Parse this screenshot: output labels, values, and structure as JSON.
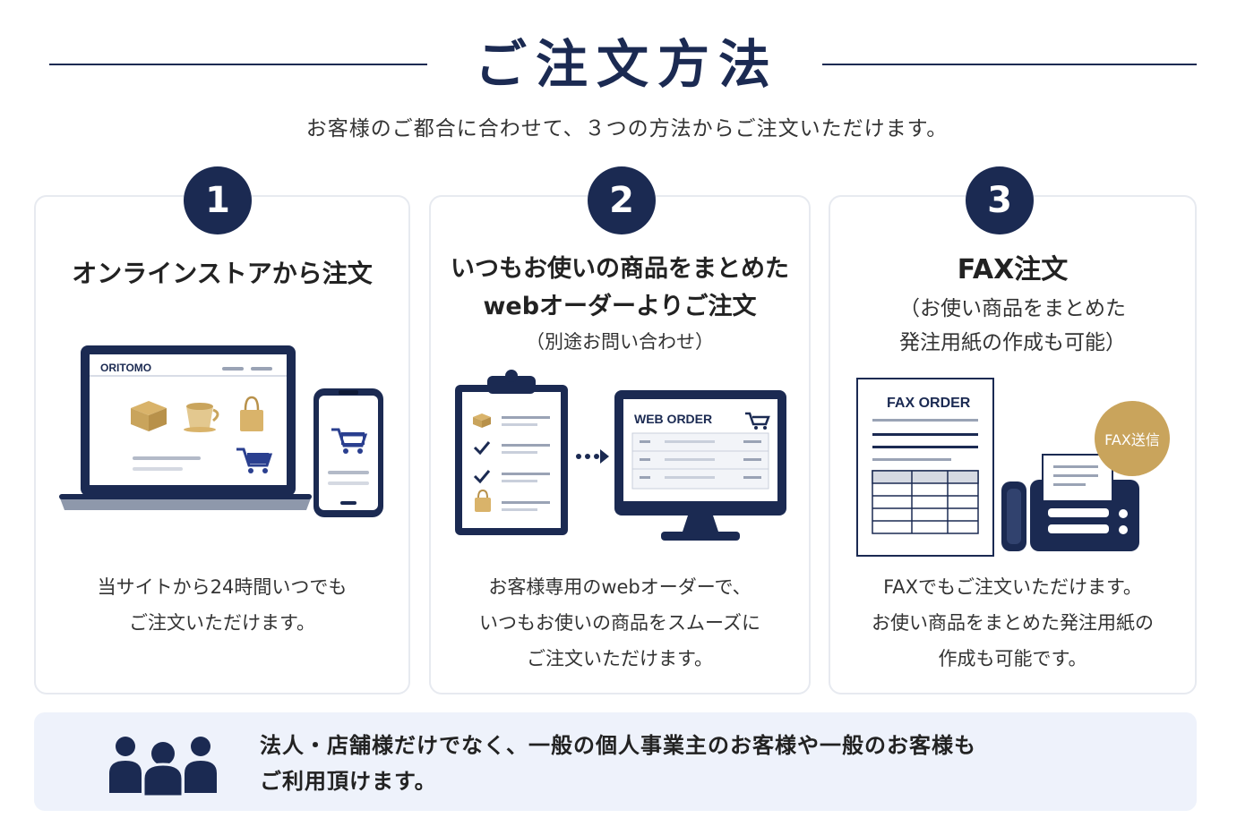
{
  "header": {
    "title": "ご注文方法",
    "subtitle": "お客様のご都合に合わせて、３つの方法からご注文いただけます。"
  },
  "cards": [
    {
      "number": "1",
      "title": "オンラインストアから注文",
      "brand": "ORITOMO",
      "desc_lines": [
        "当サイトから24時間いつでも",
        "ご注文いただけます。"
      ]
    },
    {
      "number": "2",
      "title_lines": [
        "いつもお使いの商品をまとめた",
        "webオーダーよりご注文"
      ],
      "note": "（別途お問い合わせ）",
      "screen_label": "WEB ORDER",
      "desc_lines": [
        "お客様専用のwebオーダーで、",
        "いつもお使いの商品をスムーズに",
        "ご注文いただけます。"
      ]
    },
    {
      "number": "3",
      "title": "FAX注文",
      "note_lines": [
        "（お使い商品をまとめた",
        "発注用紙の作成も可能）"
      ],
      "paper_label": "FAX ORDER",
      "stamp": "FAX送信",
      "desc_lines": [
        "FAXでもご注文いただけます。",
        "お使い商品をまとめた発注用紙の",
        "作成も可能です。"
      ]
    }
  ],
  "notice": {
    "lines": [
      "法人・店舗様だけでなく、一般の個人事業主のお客様や一般のお客様も",
      "ご利用頂けます。"
    ],
    "icon": "people-icon"
  },
  "colors": {
    "navy": "#1b2a52",
    "gold": "#c9a45c",
    "notice_bg": "#eef2fb"
  }
}
